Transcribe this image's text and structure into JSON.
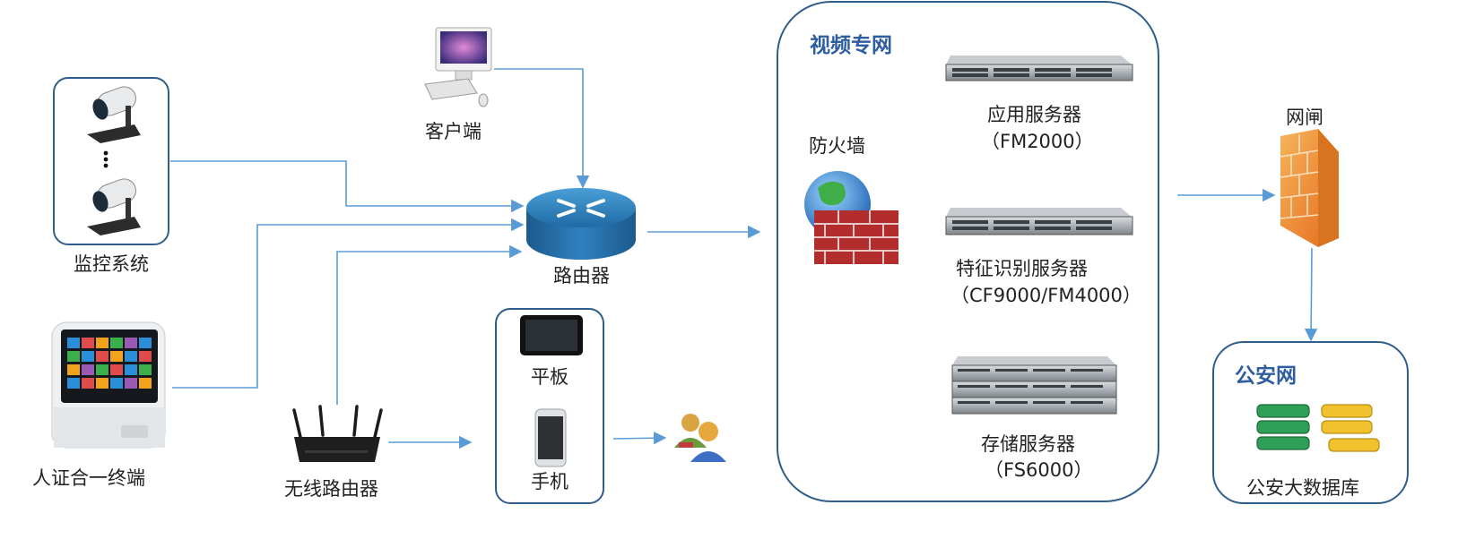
{
  "nodes": {
    "surveillance": "监控系统",
    "client": "客户端",
    "router": "路由器",
    "id_terminal": "人证合一终端",
    "wireless_router": "无线路由器",
    "tablet": "平板",
    "phone": "手机",
    "firewall": "防火墙",
    "app_server": {
      "name": "应用服务器",
      "model": "（FM2000）"
    },
    "feature_server": {
      "name": "特征识别服务器",
      "model": "（CF9000/FM4000）"
    },
    "storage_server": {
      "name": "存储服务器",
      "model": "（FS6000）"
    },
    "gatekeeper": "网闸",
    "bigdata": "公安大数据库"
  },
  "zones": {
    "video_network": "视频专网",
    "police_network": "公安网"
  },
  "colors": {
    "line": "#5b9bd5",
    "border": "#2f5d8c",
    "title": "#2e5da0"
  }
}
